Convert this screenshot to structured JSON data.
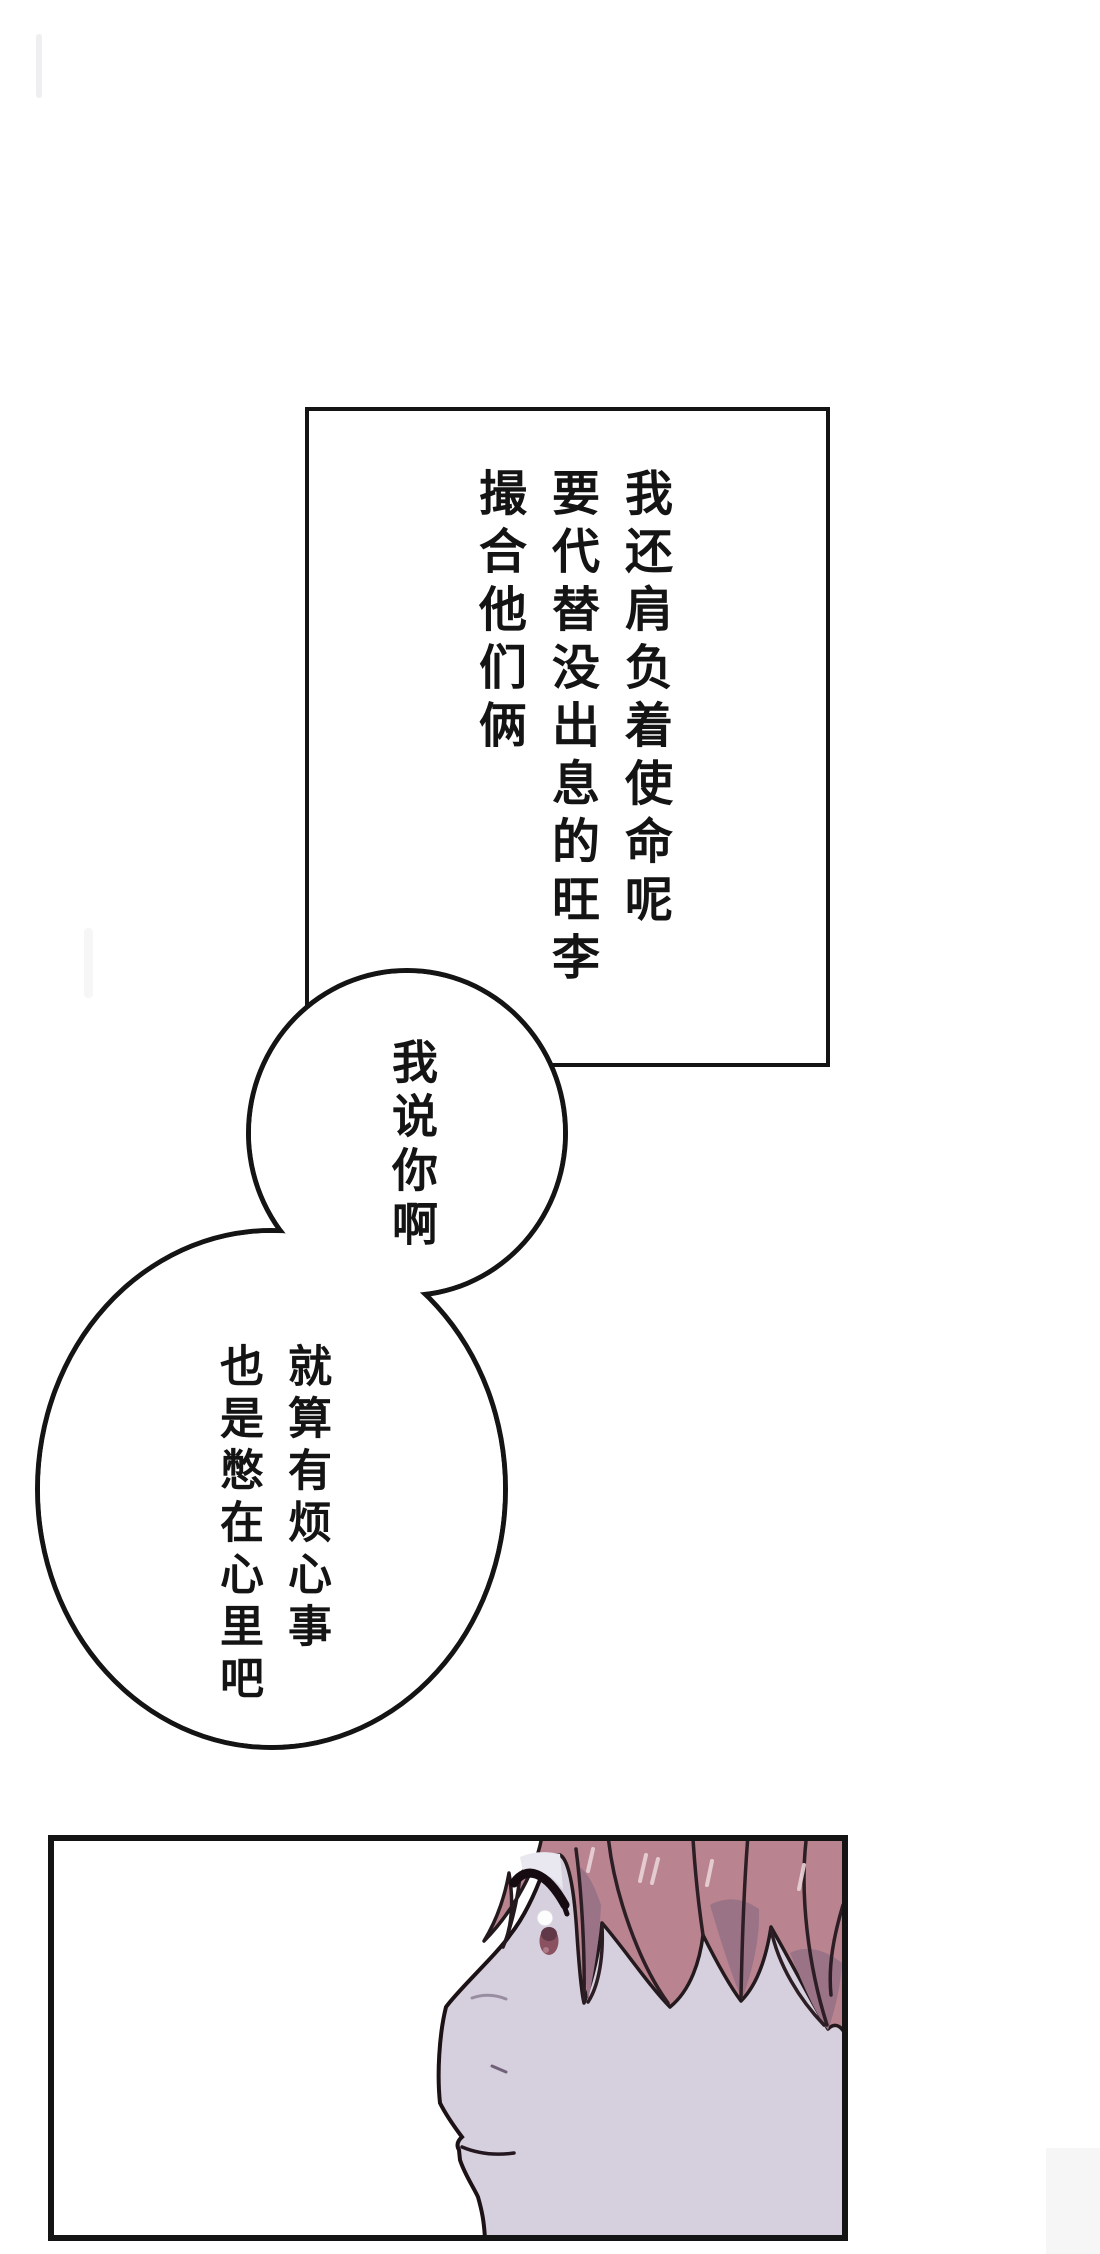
{
  "colors": {
    "background": "#ffffff",
    "ink": "#141414",
    "hair_base": "#b9848f",
    "hair_shadow": "#9a7387",
    "hair_line": "#2c1e24",
    "hair_highlight": "#e8d3d8",
    "skin": "#d6d0de",
    "iris": "#8a5260",
    "iris_dark": "#613848",
    "eye_highlight": "#fdfdfd"
  },
  "top_panel": {
    "columns": [
      "我还肩负着使命呢",
      "要代替没出息的旺李",
      "撮合他们俩"
    ]
  },
  "bubble": {
    "top_text": "我说你啊",
    "bottom_columns": [
      "就算有烦心事",
      "也是憋在心里吧"
    ]
  },
  "bottom_panel": {
    "alt": "side profile of a pink-haired character facing left"
  }
}
